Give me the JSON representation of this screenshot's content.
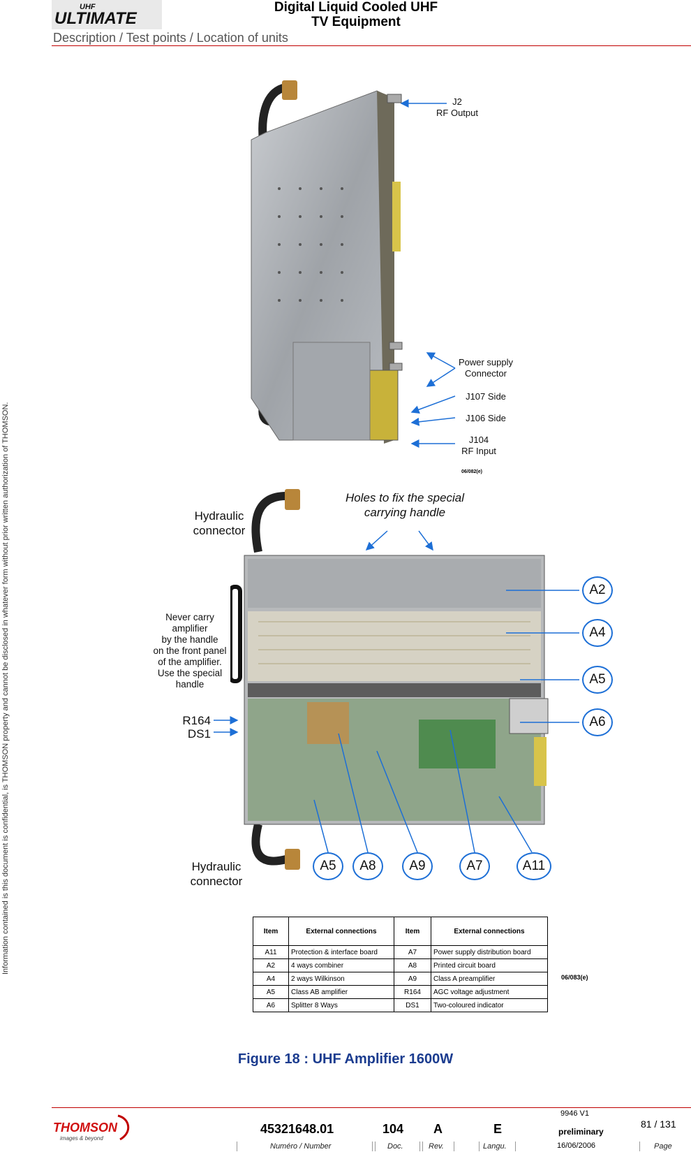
{
  "header": {
    "logo_text": "ULTIMATE",
    "logo_super": "UHF",
    "title_line1": "Digital Liquid Cooled UHF",
    "title_line2": "TV Equipment",
    "subtitle": "Description / Test points / Location of units"
  },
  "side_note": "Information contained is this document is confidential, is THOMSON property and cannot be disclosed in whatever form without prior written authorization of THOMSON.",
  "figure_top": {
    "callouts": {
      "j2": [
        "J2",
        "RF Output"
      ],
      "power": [
        "Power supply",
        "Connector"
      ],
      "j107": "J107 Side",
      "j106": "J106 Side",
      "j104": [
        "J104",
        "RF Input"
      ]
    },
    "code": "06/082(e)"
  },
  "figure_bottom": {
    "holes": [
      "Holes to fix the special",
      "carrying handle"
    ],
    "hydraulic_top": [
      "Hydraulic",
      "connector"
    ],
    "hydraulic_bottom": [
      "Hydraulic",
      "connector"
    ],
    "warning": [
      "Never carry",
      "amplifier",
      "by the handle",
      "on the front panel",
      "of the amplifier.",
      "Use the special",
      "handle"
    ],
    "r164": "R164",
    "ds1": "DS1",
    "bubbles_right": [
      "A2",
      "A4",
      "A5",
      "A6"
    ],
    "bubbles_bottom": [
      "A5",
      "A8",
      "A9",
      "A7",
      "A11"
    ]
  },
  "table": {
    "headers": [
      "Item",
      "External connections",
      "Item",
      "External connections"
    ],
    "rows": [
      [
        "A11",
        "Protection & interface board",
        "A7",
        "Power supply distribution board"
      ],
      [
        "A2",
        "4 ways combiner",
        "A8",
        "Printed circuit board"
      ],
      [
        "A4",
        "2 ways Wilkinson",
        "A9",
        "Class A preamplifier"
      ],
      [
        "A5",
        "Class AB amplifier",
        "R164",
        "AGC voltage adjustment"
      ],
      [
        "A6",
        "Splitter 8 Ways",
        "DS1",
        "Two-coloured indicator"
      ]
    ],
    "code": "06/083(e)"
  },
  "caption": "Figure 18 : UHF Amplifier 1600W",
  "footer": {
    "brand": "THOMSON",
    "tagline": "images & beyond",
    "doc_number": "45321648.01",
    "doc": "104",
    "rev": "A",
    "lang": "E",
    "version": "9946 V1",
    "status": "preliminary",
    "date": "16/06/2006",
    "page": "81 / 131",
    "labels": {
      "number": "Numéro / Number",
      "doc": "Doc.",
      "rev": "Rev.",
      "lang": "Langu.",
      "page": "Page"
    }
  }
}
